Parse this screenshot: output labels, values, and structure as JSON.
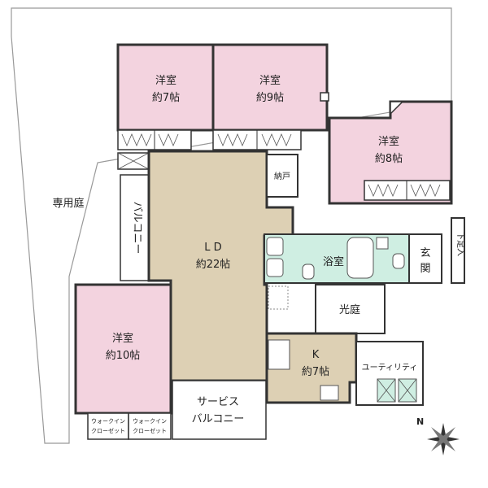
{
  "colors": {
    "bedroom": "#f3d3df",
    "living": "#ddd0b4",
    "kitchen": "#ddd0b4",
    "bath": "#cfeee2",
    "wall": "#333333",
    "garden_edge": "#999999",
    "closet": "#ffffff"
  },
  "rooms": {
    "bed7": {
      "name": "洋室",
      "size": "約7帖"
    },
    "bed9": {
      "name": "洋室",
      "size": "約9帖"
    },
    "bed8": {
      "name": "洋室",
      "size": "約8帖"
    },
    "bed10": {
      "name": "洋室",
      "size": "約10帖"
    },
    "ld": {
      "name": "L D",
      "size": "約22帖"
    },
    "kitchen": {
      "name": "K",
      "size": "約7帖"
    },
    "storage": {
      "name": "納戸"
    },
    "bath": {
      "name": "浴室"
    },
    "entrance": {
      "name": "玄関"
    },
    "shoe": {
      "name": "下足入"
    },
    "courtyard": {
      "name": "光庭"
    },
    "utility": {
      "name": "ユーティリティ"
    },
    "garden": {
      "name": "専用庭"
    },
    "balcony": {
      "name": "バルコニー"
    },
    "service_balcony": {
      "line1": "サービス",
      "line2": "バルコニー"
    },
    "walkin1": {
      "line1": "ウォークイン",
      "line2": "クローゼット"
    },
    "walkin2": {
      "line1": "ウォークイン",
      "line2": "クローゼット"
    }
  },
  "compass": {
    "label": "N",
    "icon": "compass-rose-icon"
  }
}
